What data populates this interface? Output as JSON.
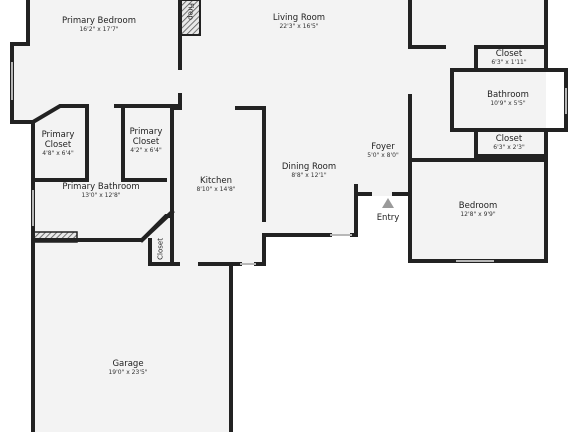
{
  "rooms": {
    "primary_bedroom": {
      "name": "Primary Bedroom",
      "dims": "16'2\" x 17'7\""
    },
    "living_room": {
      "name": "Living Room",
      "dims": "22'3\" x 16'5\""
    },
    "closet_top": {
      "name": "Closet",
      "dims": "6'3\" x 1'11\""
    },
    "bathroom": {
      "name": "Bathroom",
      "dims": "10'9\" x 5'5\""
    },
    "primary_closet_a": {
      "name": "Primary Closet",
      "dims": "4'8\" x 6'4\""
    },
    "primary_closet_b": {
      "name": "Primary Closet",
      "dims": "4'2\" x 6'4\""
    },
    "closet_mid": {
      "name": "Closet",
      "dims": "6'3\" x 2'3\""
    },
    "foyer": {
      "name": "Foyer",
      "dims": "5'0\" x 8'0\""
    },
    "kitchen": {
      "name": "Kitchen",
      "dims": "8'10\" x 14'8\""
    },
    "dining_room": {
      "name": "Dining Room",
      "dims": "8'8\" x 12'1\""
    },
    "primary_bathroom": {
      "name": "Primary Bathroom",
      "dims": "13'0\" x 12'8\""
    },
    "bedroom": {
      "name": "Bedroom",
      "dims": "12'8\" x 9'9\""
    },
    "garage": {
      "name": "Garage",
      "dims": "19'0\" x 23'5\""
    }
  },
  "labels": {
    "fireplace": "Firep",
    "closet_small": "Closet",
    "entry": "Entry"
  },
  "colors": {
    "wall": "#222222",
    "floor": "#f3f3f3",
    "hatch": "#8a8a8a",
    "entry_arrow": "#9a9a9a",
    "window": "#b8b8b8"
  }
}
